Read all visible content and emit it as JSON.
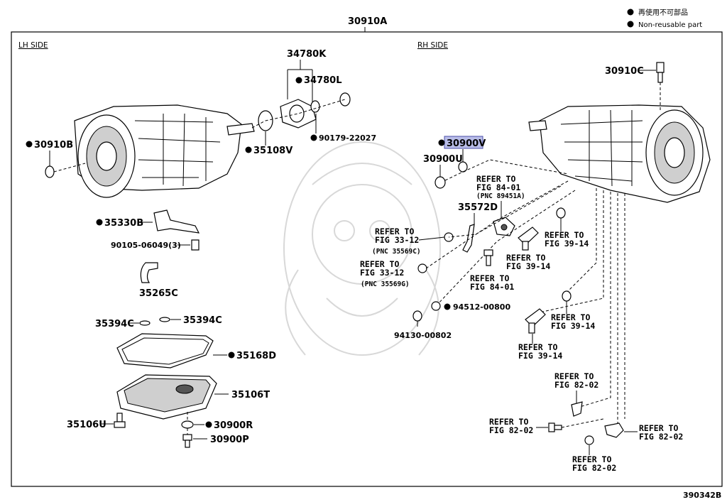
{
  "title_part": "30910A",
  "legend": {
    "jp": "再使用不可部品",
    "en": "Non-reusable part"
  },
  "sides": {
    "lh": "LH SIDE",
    "rh": "RH SIDE"
  },
  "parts": {
    "p34780K": "34780K",
    "p34780L": "34780L",
    "p30910C": "30910C",
    "p30910B": "30910B",
    "p35108V": "35108V",
    "p90179": "90179-22027",
    "p30900V": "30900V",
    "p30900U": "30900U",
    "p35330B": "35330B",
    "p90105": "90105-06049(3)",
    "p35265C": "35265C",
    "p35394C_a": "35394C",
    "p35394C_b": "35394C",
    "p35168D": "35168D",
    "p35106T": "35106T",
    "p35106U": "35106U",
    "p30900R": "30900R",
    "p30900P": "30900P",
    "p35572D": "35572D",
    "p94512": "94512-00800",
    "p94130": "94130-00802"
  },
  "refs": {
    "r_fig84_top_1": "REFER TO",
    "r_fig84_top_2": "FIG 84-01",
    "r_fig84_top_3": "(PNC 89451A)",
    "r_fig33a_1": "REFER TO",
    "r_fig33a_2": "FIG 33-12",
    "r_fig33a_3": "(PNC 35569C)",
    "r_fig33b_1": "REFER TO",
    "r_fig33b_2": "FIG 33-12",
    "r_fig33b_3": "(PNC 35569G)",
    "r_fig39a_1": "REFER TO",
    "r_fig39a_2": "FIG 39-14",
    "r_fig39b_1": "REFER TO",
    "r_fig39b_2": "FIG 39-14",
    "r_fig84b_1": "REFER TO",
    "r_fig84b_2": "FIG 84-01",
    "r_fig39c_1": "REFER TO",
    "r_fig39c_2": "FIG 39-14",
    "r_fig39d_1": "REFER TO",
    "r_fig39d_2": "FIG 39-14",
    "r_fig82a_1": "REFER TO",
    "r_fig82a_2": "FIG 82-02",
    "r_fig82b_1": "REFER TO",
    "r_fig82b_2": "FIG 82-02",
    "r_fig82c_1": "REFER TO",
    "r_fig82c_2": "FIG 82-02",
    "r_fig82d_1": "REFER TO",
    "r_fig82d_2": "FIG 82-02"
  },
  "footer_code": "390342B",
  "colors": {
    "highlight": "#b9bde8",
    "line": "#000000",
    "watermark": "#d8d8d8"
  }
}
